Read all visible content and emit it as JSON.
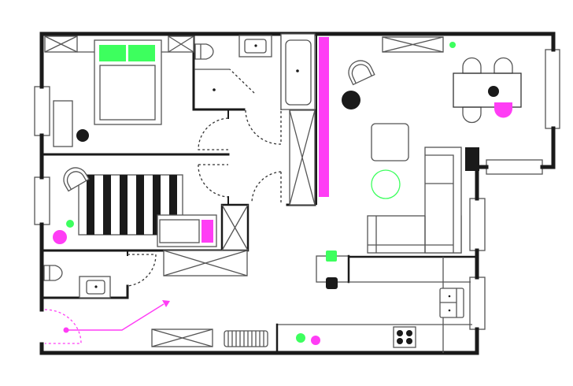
{
  "plan": {
    "colors": {
      "wall": "#1a1a1a",
      "green_marker": "#3dff5e",
      "magenta_marker": "#ff3df5",
      "black_marker": "#1a1a1a"
    },
    "rooms": [
      "bedroom",
      "bathroom",
      "kids-room",
      "wc",
      "hallway",
      "living-room",
      "kitchen"
    ],
    "icons": [
      "bed-icon",
      "bathtub-icon",
      "toilet-icon",
      "sink-icon",
      "sofa-icon",
      "dining-table-icon",
      "stove-icon",
      "radiator-icon",
      "wardrobe-icon",
      "armchair-icon",
      "route-arrow-icon"
    ]
  }
}
